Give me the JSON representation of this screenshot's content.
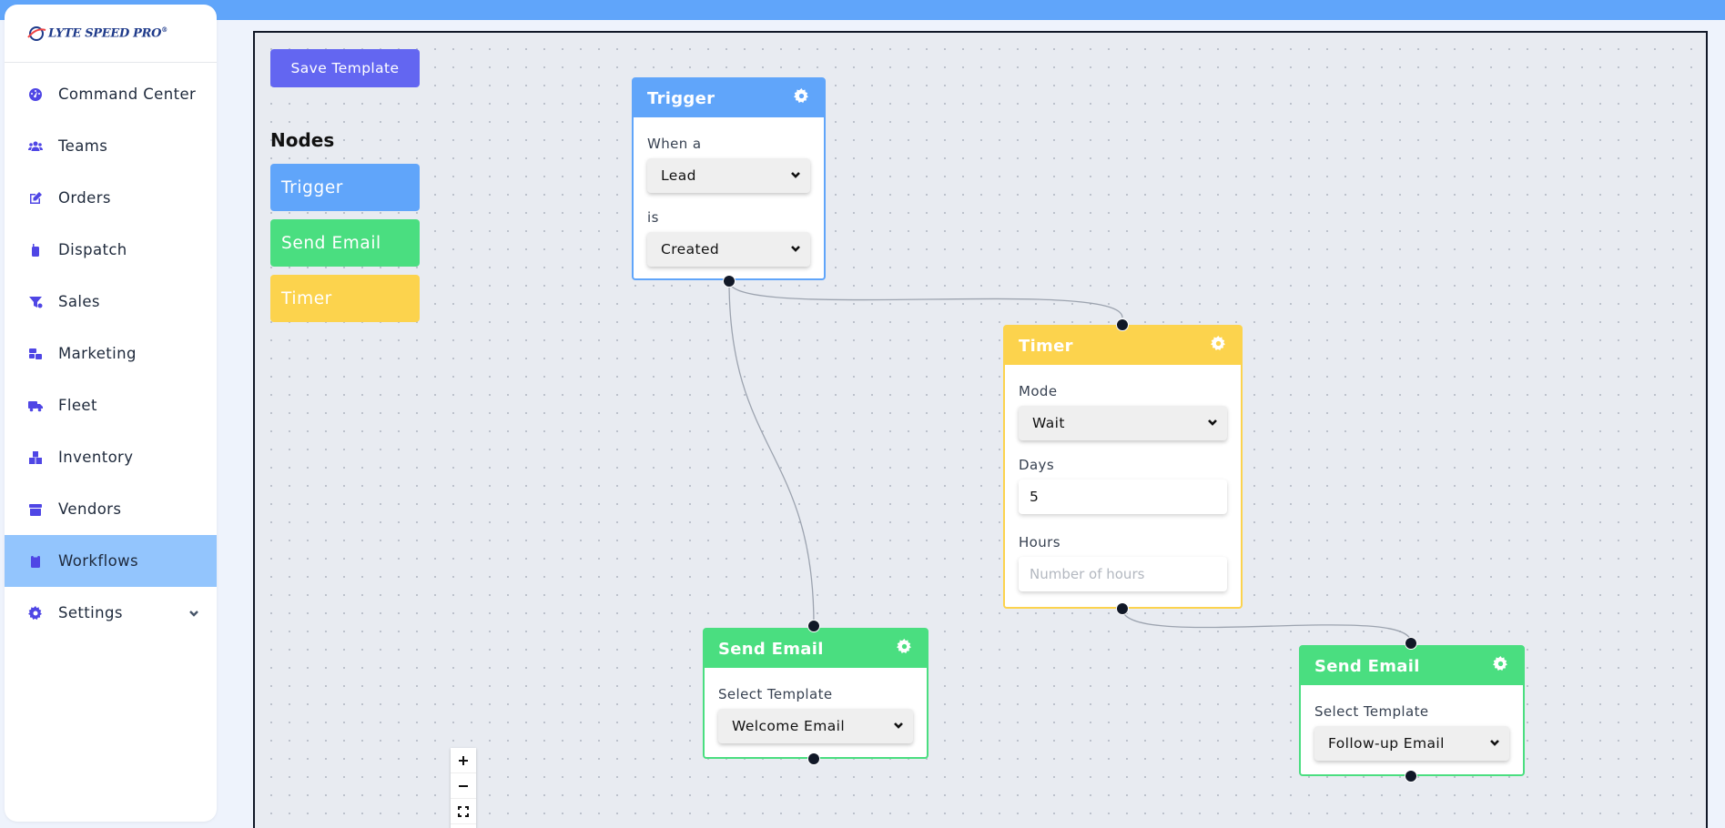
{
  "brand": {
    "logo_text": "LYTE SPEED PRO",
    "logo_mark": "®"
  },
  "sidebar": {
    "items": [
      {
        "label": "Command Center",
        "icon": "gauge-icon"
      },
      {
        "label": "Teams",
        "icon": "users-icon"
      },
      {
        "label": "Orders",
        "icon": "edit-icon"
      },
      {
        "label": "Dispatch",
        "icon": "walkie-talkie-icon"
      },
      {
        "label": "Sales",
        "icon": "funnel-icon"
      },
      {
        "label": "Marketing",
        "icon": "mail-bulk-icon"
      },
      {
        "label": "Fleet",
        "icon": "truck-icon"
      },
      {
        "label": "Inventory",
        "icon": "boxes-icon"
      },
      {
        "label": "Vendors",
        "icon": "archive-icon"
      },
      {
        "label": "Workflows",
        "icon": "clipboard-icon",
        "active": true
      },
      {
        "label": "Settings",
        "icon": "gear-icon"
      }
    ]
  },
  "toolbar": {
    "save_label": "Save Template"
  },
  "palette": {
    "title": "Nodes",
    "items": [
      {
        "label": "Trigger",
        "color": "#60a5fa"
      },
      {
        "label": "Send Email",
        "color": "#4ade80"
      },
      {
        "label": "Timer",
        "color": "#fcd34d"
      }
    ]
  },
  "nodes": {
    "trigger": {
      "title": "Trigger",
      "color": "#60a5fa",
      "when_label": "When a",
      "when_value": "Lead",
      "is_label": "is",
      "is_value": "Created"
    },
    "timer": {
      "title": "Timer",
      "color": "#fcd34d",
      "mode_label": "Mode",
      "mode_value": "Wait",
      "days_label": "Days",
      "days_value": "5",
      "hours_label": "Hours",
      "hours_placeholder": "Number of hours"
    },
    "email1": {
      "title": "Send Email",
      "color": "#4ade80",
      "template_label": "Select Template",
      "template_value": "Welcome Email"
    },
    "email2": {
      "title": "Send Email",
      "color": "#4ade80",
      "template_label": "Select Template",
      "template_value": "Follow-up Email"
    }
  },
  "zoom_controls": [
    "zoom-in",
    "zoom-out",
    "fit-view"
  ]
}
